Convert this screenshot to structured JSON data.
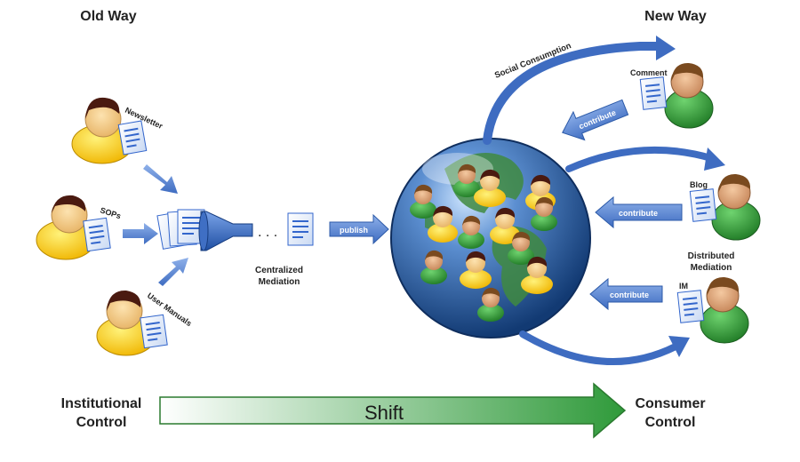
{
  "headings": {
    "old_way": "Old Way",
    "new_way": "New Way"
  },
  "documents": {
    "newsletter": "Newsletter",
    "sops": "SOPs",
    "user_manuals": "User Manuals",
    "comment": "Comment",
    "blog": "Blog",
    "im": "IM"
  },
  "labels": {
    "centralized": [
      "Centralized",
      "Mediation"
    ],
    "distributed": [
      "Distributed",
      "Mediation"
    ],
    "social_consumption": "Social Consumption",
    "ellipsis": ". . ."
  },
  "arrows": {
    "publish": "publish",
    "contribute": "contribute"
  },
  "shift_bar": {
    "left": [
      "Institutional",
      "Control"
    ],
    "center": "Shift",
    "right": [
      "Consumer",
      "Control"
    ]
  },
  "colors": {
    "old_person_face": "#f3c87a",
    "old_person_body": "#f7c600",
    "hair": "#4a1a10",
    "new_person_face": "#e9a978",
    "new_person_body": "#2f9a2f",
    "new_hair": "#7a4a1f",
    "doc_blue": "#3366cc",
    "arrow_blue": "#4f7fd0",
    "globe_blue": "#2b5f9e",
    "shift_start": "#ffffff",
    "shift_end": "#2f9a3a"
  }
}
